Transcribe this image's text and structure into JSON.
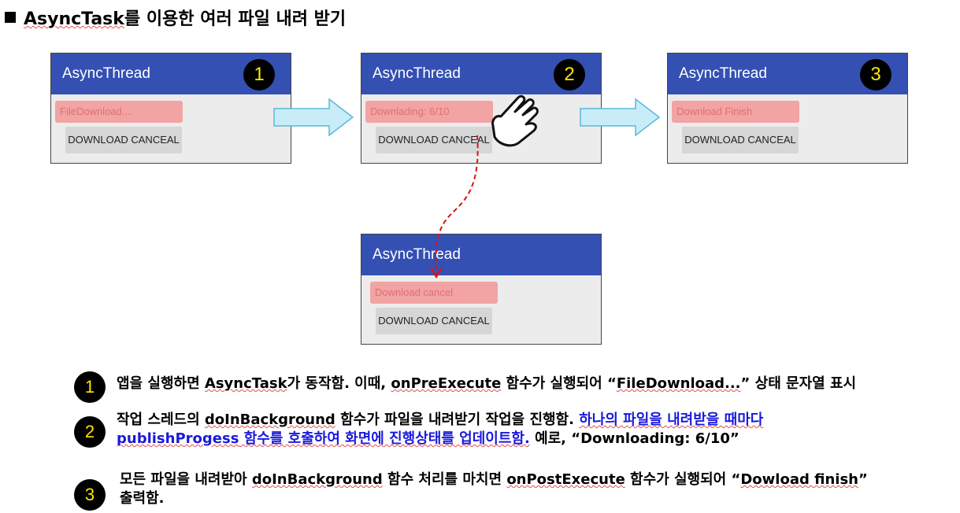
{
  "title": {
    "prefix": "■",
    "highlight": "AsyncTask",
    "rest": "를 이용한 여러 파일 내려 받기"
  },
  "app_title": "AsyncThread",
  "screens": [
    {
      "badge": "1",
      "status": "FileDownload....",
      "button": "DOWNLOAD CANCEAL"
    },
    {
      "badge": "2",
      "status": "Downlading: 6/10",
      "button": "DOWNLOAD CANCEAL"
    },
    {
      "badge": "3",
      "status": "Download Finish",
      "button": "DOWNLOAD CANCEAL"
    },
    {
      "badge": "",
      "status": "Download cancel",
      "button": "DOWNLOAD CANCEAL"
    }
  ],
  "notes": [
    {
      "num": "1",
      "line1": {
        "a": "앱을 실행하면 ",
        "b": "AsyncTask",
        "c": "가 동작함. 이때, ",
        "d": "onPreExecute",
        "e": " 함수가 실행되어 “",
        "f": "FileDownload...",
        "g": "” 상태 문자열 표시"
      }
    },
    {
      "num": "2",
      "line1": {
        "a": "작업 스레드의 ",
        "b": "doInBackground",
        "c": " 함수가 파일을 내려받기 작업을 진행함. ",
        "d": "하나의 파일을 내려받을 때마다"
      },
      "line2": {
        "a": "publishProgess",
        "b": " 함수를 호출하여 화면에 진행상태를 업데이트함.",
        "c": " 예로, “Downloading: 6/10”"
      }
    },
    {
      "num": "3",
      "line1": {
        "a": "모든 파일을 내려받아 ",
        "b": "doInBackground",
        "c": " 함수 처리를 마치면 ",
        "d": "onPostExecute",
        "e": " 함수가 실행되어 “",
        "f": "Dowload finish",
        "g": "”"
      },
      "line2": {
        "a": "출력함."
      }
    }
  ],
  "colors": {
    "app_bar": "#3550b3",
    "status_bg": "#f2a3a3",
    "badge_text": "#ffe600",
    "arrow_fill": "#c8ecf8",
    "arrow_stroke": "#5ab8dc",
    "connector": "#e01010",
    "highlight_text": "#1a1adc"
  },
  "icons": {
    "pointer": "hand-pointer-icon",
    "flow_arrow": "right-arrow-icon"
  }
}
